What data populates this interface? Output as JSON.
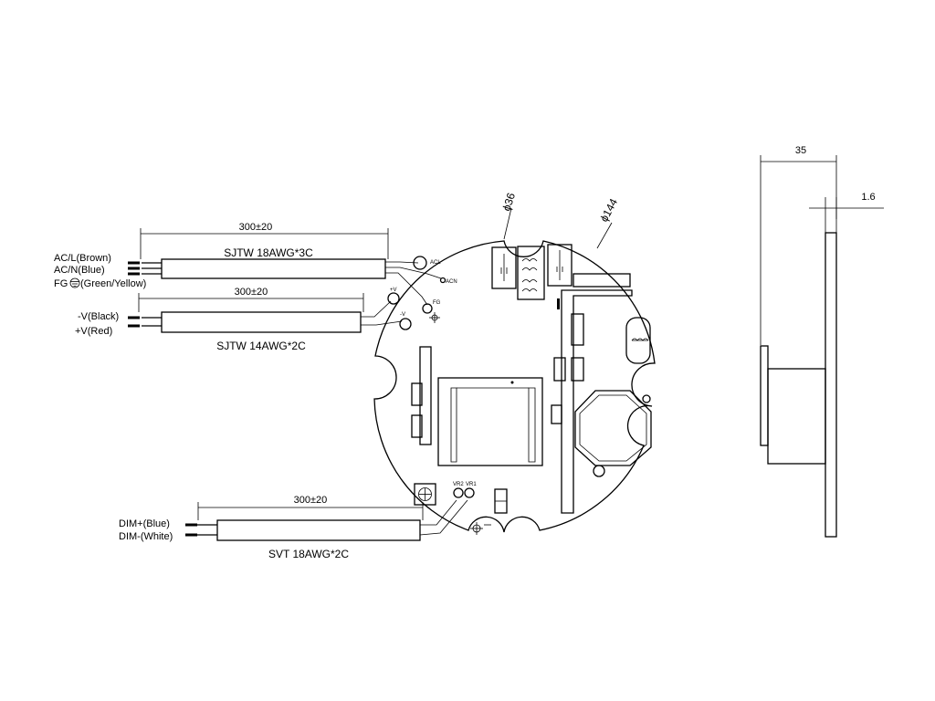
{
  "cables": {
    "ac": {
      "length": "300±20",
      "type": "SJTW 18AWG*3C",
      "wires": [
        "AC/L(Brown)",
        "AC/N(Blue)",
        "FG",
        "(Green/Yellow)"
      ]
    },
    "dc": {
      "length": "300±20",
      "type": "SJTW 14AWG*2C",
      "wires": [
        "-V(Black)",
        "+V(Red)"
      ]
    },
    "dim": {
      "length": "300±20",
      "type": "SVT 18AWG*2C",
      "wires": [
        "DIM+(Blue)",
        "DIM-(White)"
      ]
    }
  },
  "board": {
    "diameter": "ϕ144",
    "notch_diameter": "ϕ36",
    "pads": {
      "acl": "ACL",
      "acn": "ACN",
      "fg": "FG",
      "plus_v": "+V",
      "minus_v": "-V",
      "vr2": "VR2",
      "vr1": "VR1"
    }
  },
  "side_view": {
    "height": "35",
    "thickness": "1.6"
  }
}
